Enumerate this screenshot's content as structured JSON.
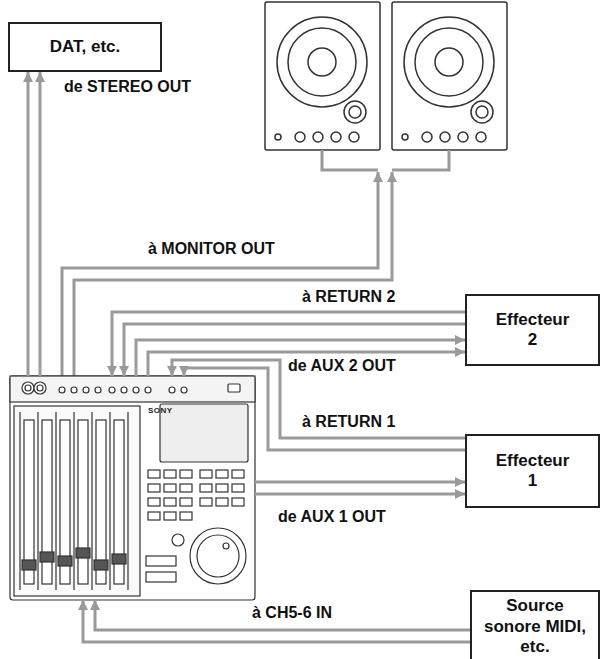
{
  "diagram": {
    "nodes": [
      {
        "text": [
          "DAT, etc."
        ]
      },
      {
        "text": [
          "SONY"
        ]
      },
      {
        "text": [
          "Effecteur 2"
        ]
      },
      {
        "text": [
          "Effecteur 1"
        ]
      },
      {
        "text": [
          "Source sonore MIDI, etc."
        ]
      }
    ],
    "edges": [
      {
        "from": 1,
        "to": 0,
        "arrow": "to",
        "label": "de STEREO OUT"
      },
      {
        "from": 2,
        "to": 1,
        "arrow": "to",
        "label": "à RETURN 2"
      },
      {
        "from": 1,
        "to": 2,
        "arrow": "to",
        "label": "de AUX 2 OUT"
      },
      {
        "from": 3,
        "to": 1,
        "arrow": "to",
        "label": "à RETURN 1"
      },
      {
        "from": 1,
        "to": 3,
        "arrow": "to",
        "label": "de AUX 1 OUT"
      },
      {
        "from": 4,
        "to": 1,
        "arrow": "to",
        "label": "à CH5-6 IN"
      }
    ],
    "labels": [
      "à MONITOR OUT"
    ]
  }
}
